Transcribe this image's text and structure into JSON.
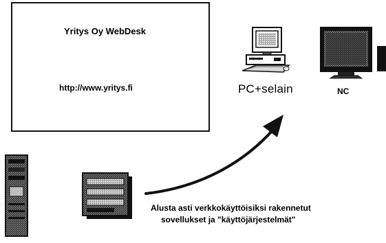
{
  "webdesk": {
    "title": "Yritys Oy WebDesk",
    "url": "http://www.yritys.fi"
  },
  "clients": {
    "pc_label": "PC+selain",
    "nc_label": "NC"
  },
  "caption": {
    "line1": "Alusta asti verkkokäyttöisiksi rakennetut",
    "line2": "sovellukset ja \"käyttöjärjestelmät\""
  }
}
